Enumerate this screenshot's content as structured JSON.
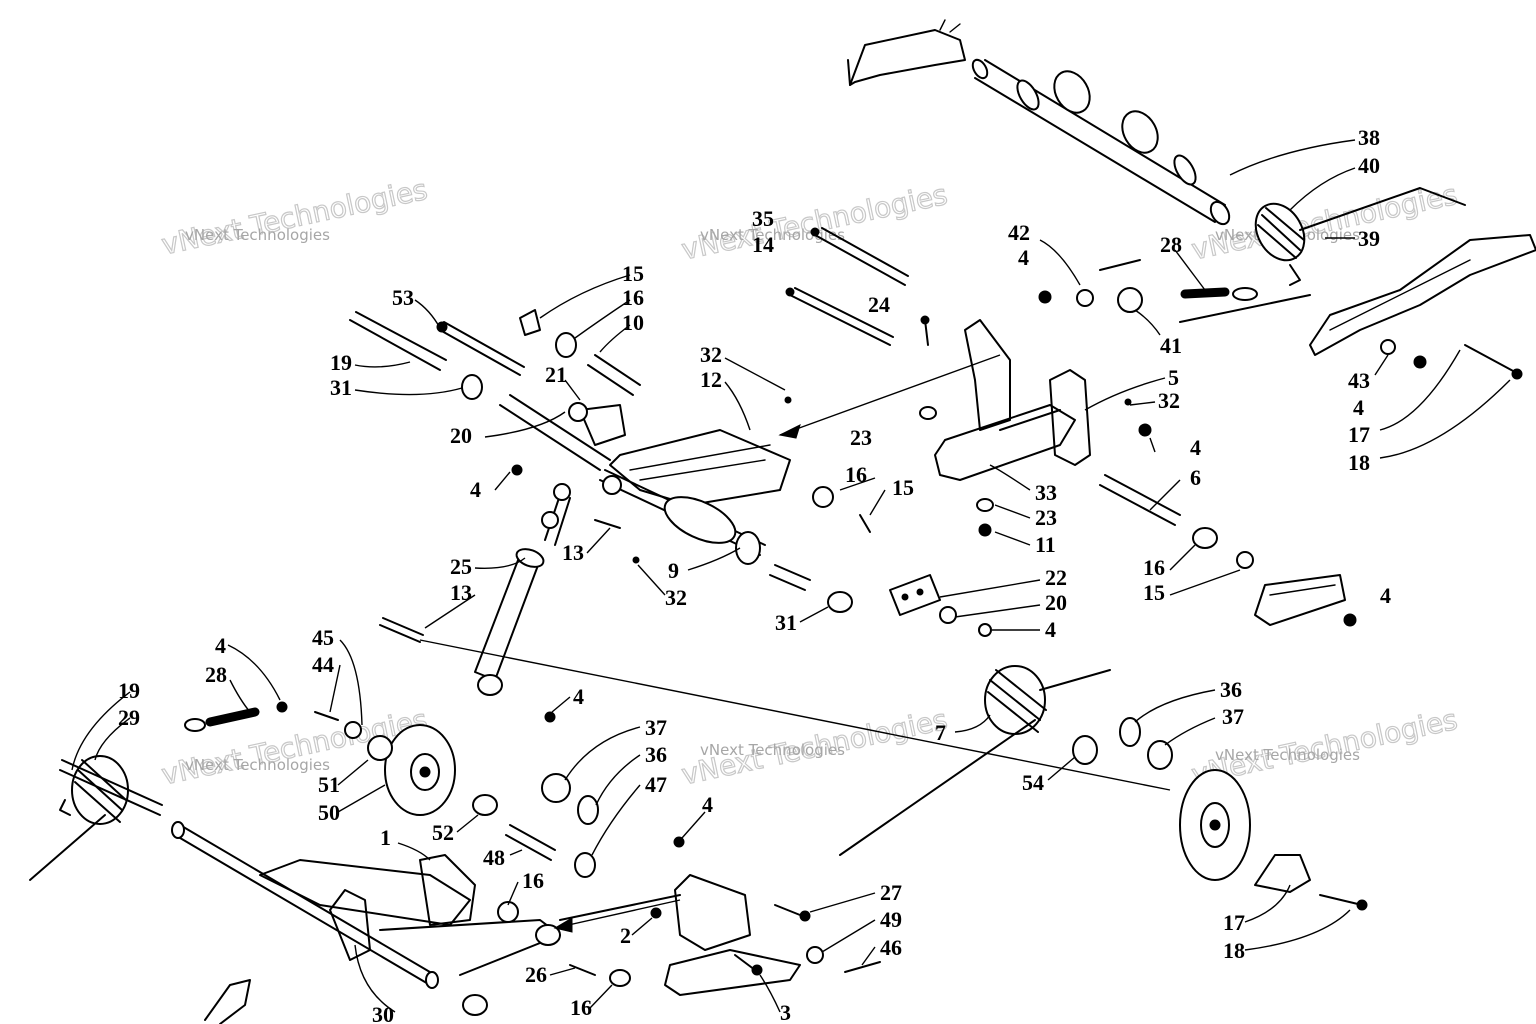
{
  "diagram": {
    "watermarks": [
      {
        "small": "vNext Technologies",
        "big": "vNext Technologies"
      },
      {
        "small": "vNext Technologies",
        "big": "vNext Technologies"
      },
      {
        "small": "vNext Technologies",
        "big": "vNext Technologies"
      },
      {
        "small": "vNext Technologies",
        "big": "vNext Technologies"
      },
      {
        "small": "vNext Technologies",
        "big": "vNext Technologies"
      },
      {
        "small": "vNext Technologies",
        "big": "vNext Technologies"
      }
    ],
    "callouts": [
      "38",
      "40",
      "39",
      "42",
      "4",
      "28",
      "41",
      "43",
      "4",
      "17",
      "18",
      "35",
      "14",
      "24",
      "5",
      "32",
      "4",
      "6",
      "33",
      "23",
      "23",
      "11",
      "16",
      "15",
      "16",
      "15",
      "4",
      "22",
      "20",
      "4",
      "31",
      "15",
      "16",
      "10",
      "32",
      "12",
      "53",
      "19",
      "31",
      "21",
      "20",
      "4",
      "13",
      "9",
      "32",
      "25",
      "13",
      "4",
      "4",
      "28",
      "45",
      "44",
      "19",
      "29",
      "51",
      "50",
      "52",
      "1",
      "37",
      "36",
      "47",
      "48",
      "16",
      "4",
      "30",
      "7",
      "54",
      "36",
      "37",
      "17",
      "18",
      "27",
      "49",
      "46",
      "2",
      "26",
      "16",
      "3"
    ]
  }
}
